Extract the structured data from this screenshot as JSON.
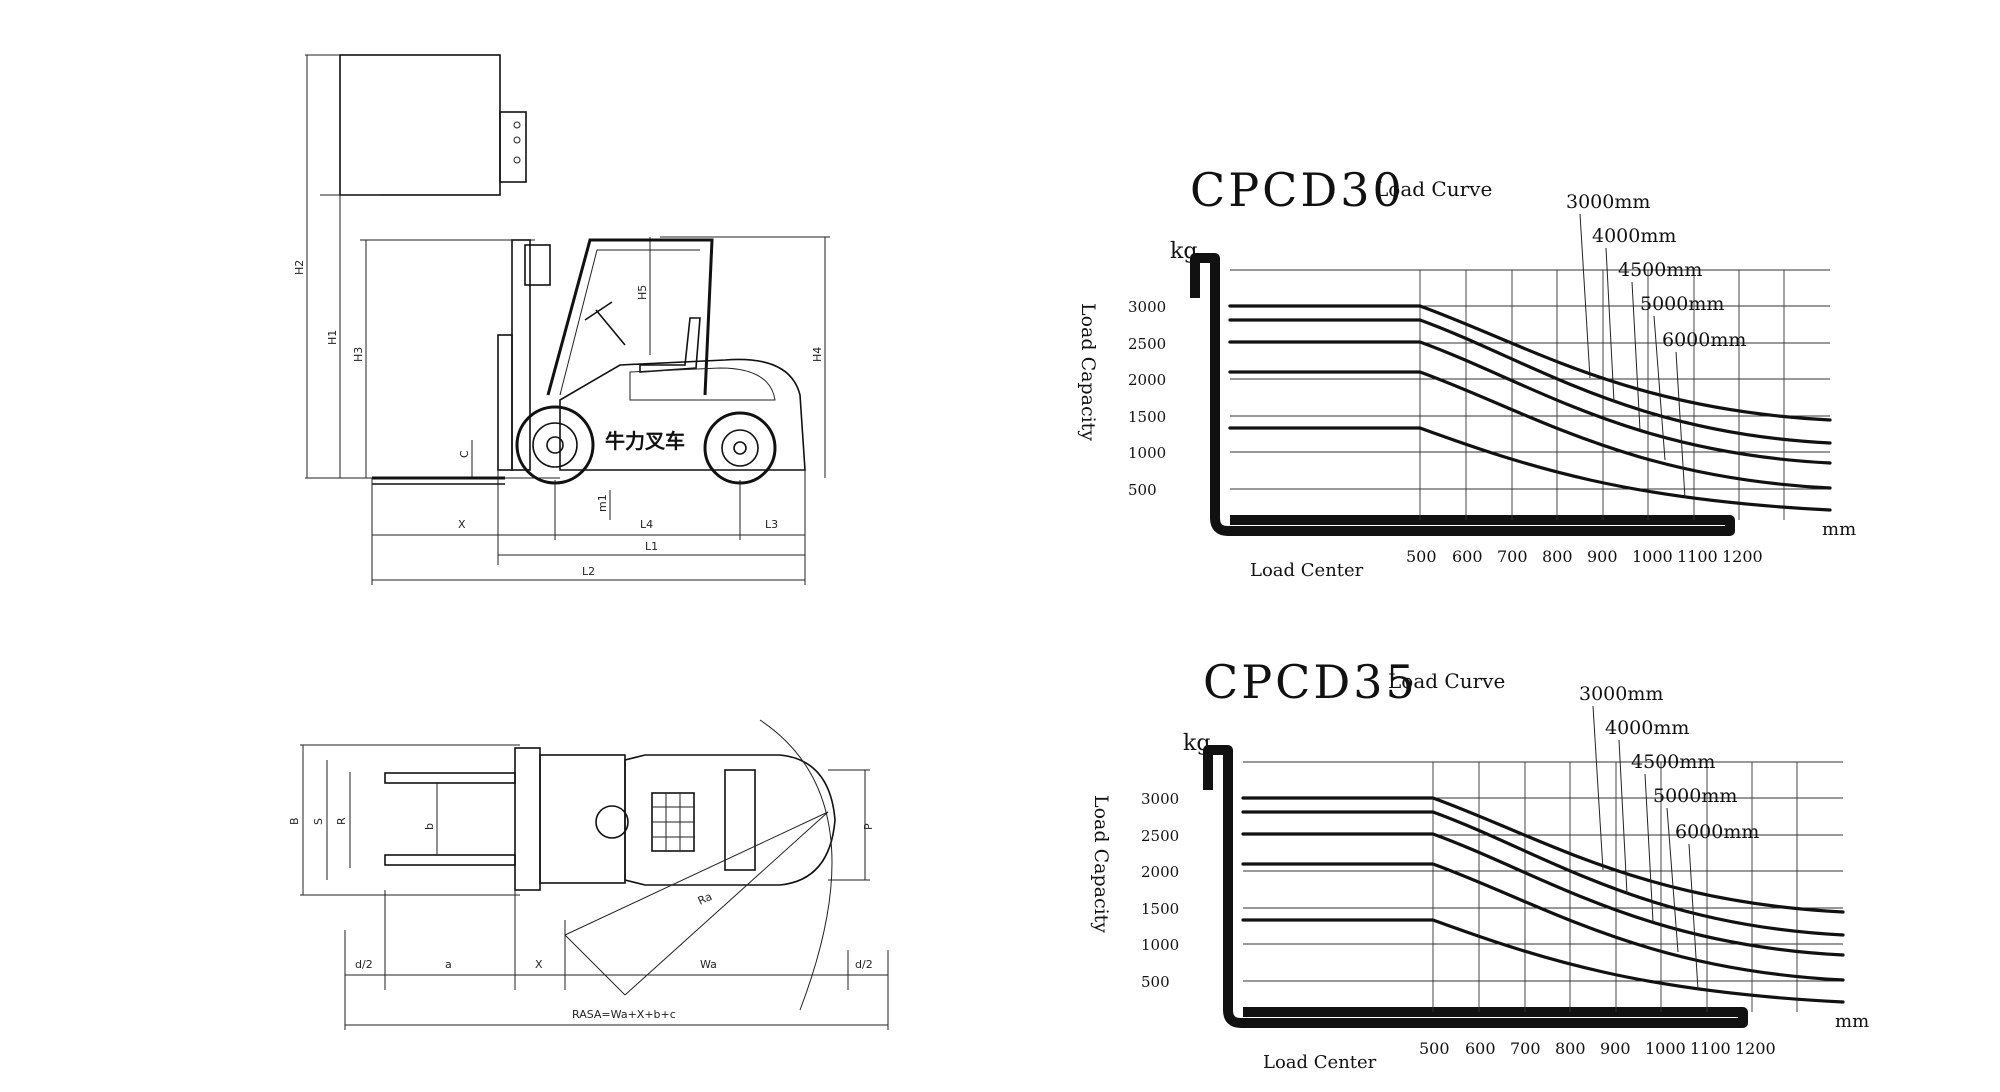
{
  "side_view": {
    "dimension_labels": {
      "h2": "H2",
      "h1": "H1",
      "h3": "H3",
      "h4": "H4",
      "h5": "H5",
      "c": "C",
      "m1": "m1",
      "x": "X",
      "l4": "L4",
      "l3": "L3",
      "l1": "L1",
      "l2": "L2"
    },
    "brand_text": "牛力叉车"
  },
  "top_view": {
    "dimension_labels": {
      "b": "B",
      "s": "S",
      "r": "R",
      "b_small": "b",
      "p": "P",
      "ra": "Ra",
      "d2_left": "d/2",
      "a": "a",
      "x": "X",
      "wa": "Wa",
      "d2_right": "d/2"
    },
    "formula": "RASA=Wa+X+b+c"
  },
  "charts": [
    {
      "id": "cpcd30",
      "model": "CPCD30",
      "title_suffix": "Load Curve",
      "y_unit": "kg",
      "y_axis_label": "Load Capacity",
      "x_axis_label": "Load Center",
      "x_unit": "mm",
      "y_ticks": [
        "3000",
        "2500",
        "2000",
        "1500",
        "1000",
        "500"
      ],
      "x_ticks": [
        "500",
        "600",
        "700",
        "800",
        "900",
        "1000",
        "1100",
        "1200"
      ],
      "curve_labels": [
        "3000mm",
        "4000mm",
        "4500mm",
        "5000mm",
        "6000mm"
      ]
    },
    {
      "id": "cpcd35",
      "model": "CPCD35",
      "title_suffix": "Load Curve",
      "y_unit": "kg",
      "y_axis_label": "Load Capacity",
      "x_axis_label": "Load Center",
      "x_unit": "mm",
      "y_ticks": [
        "3000",
        "2500",
        "2000",
        "1500",
        "1000",
        "500"
      ],
      "x_ticks": [
        "500",
        "600",
        "700",
        "800",
        "900",
        "1000",
        "1100",
        "1200"
      ],
      "curve_labels": [
        "3000mm",
        "4000mm",
        "4500mm",
        "5000mm",
        "6000mm"
      ]
    }
  ]
}
